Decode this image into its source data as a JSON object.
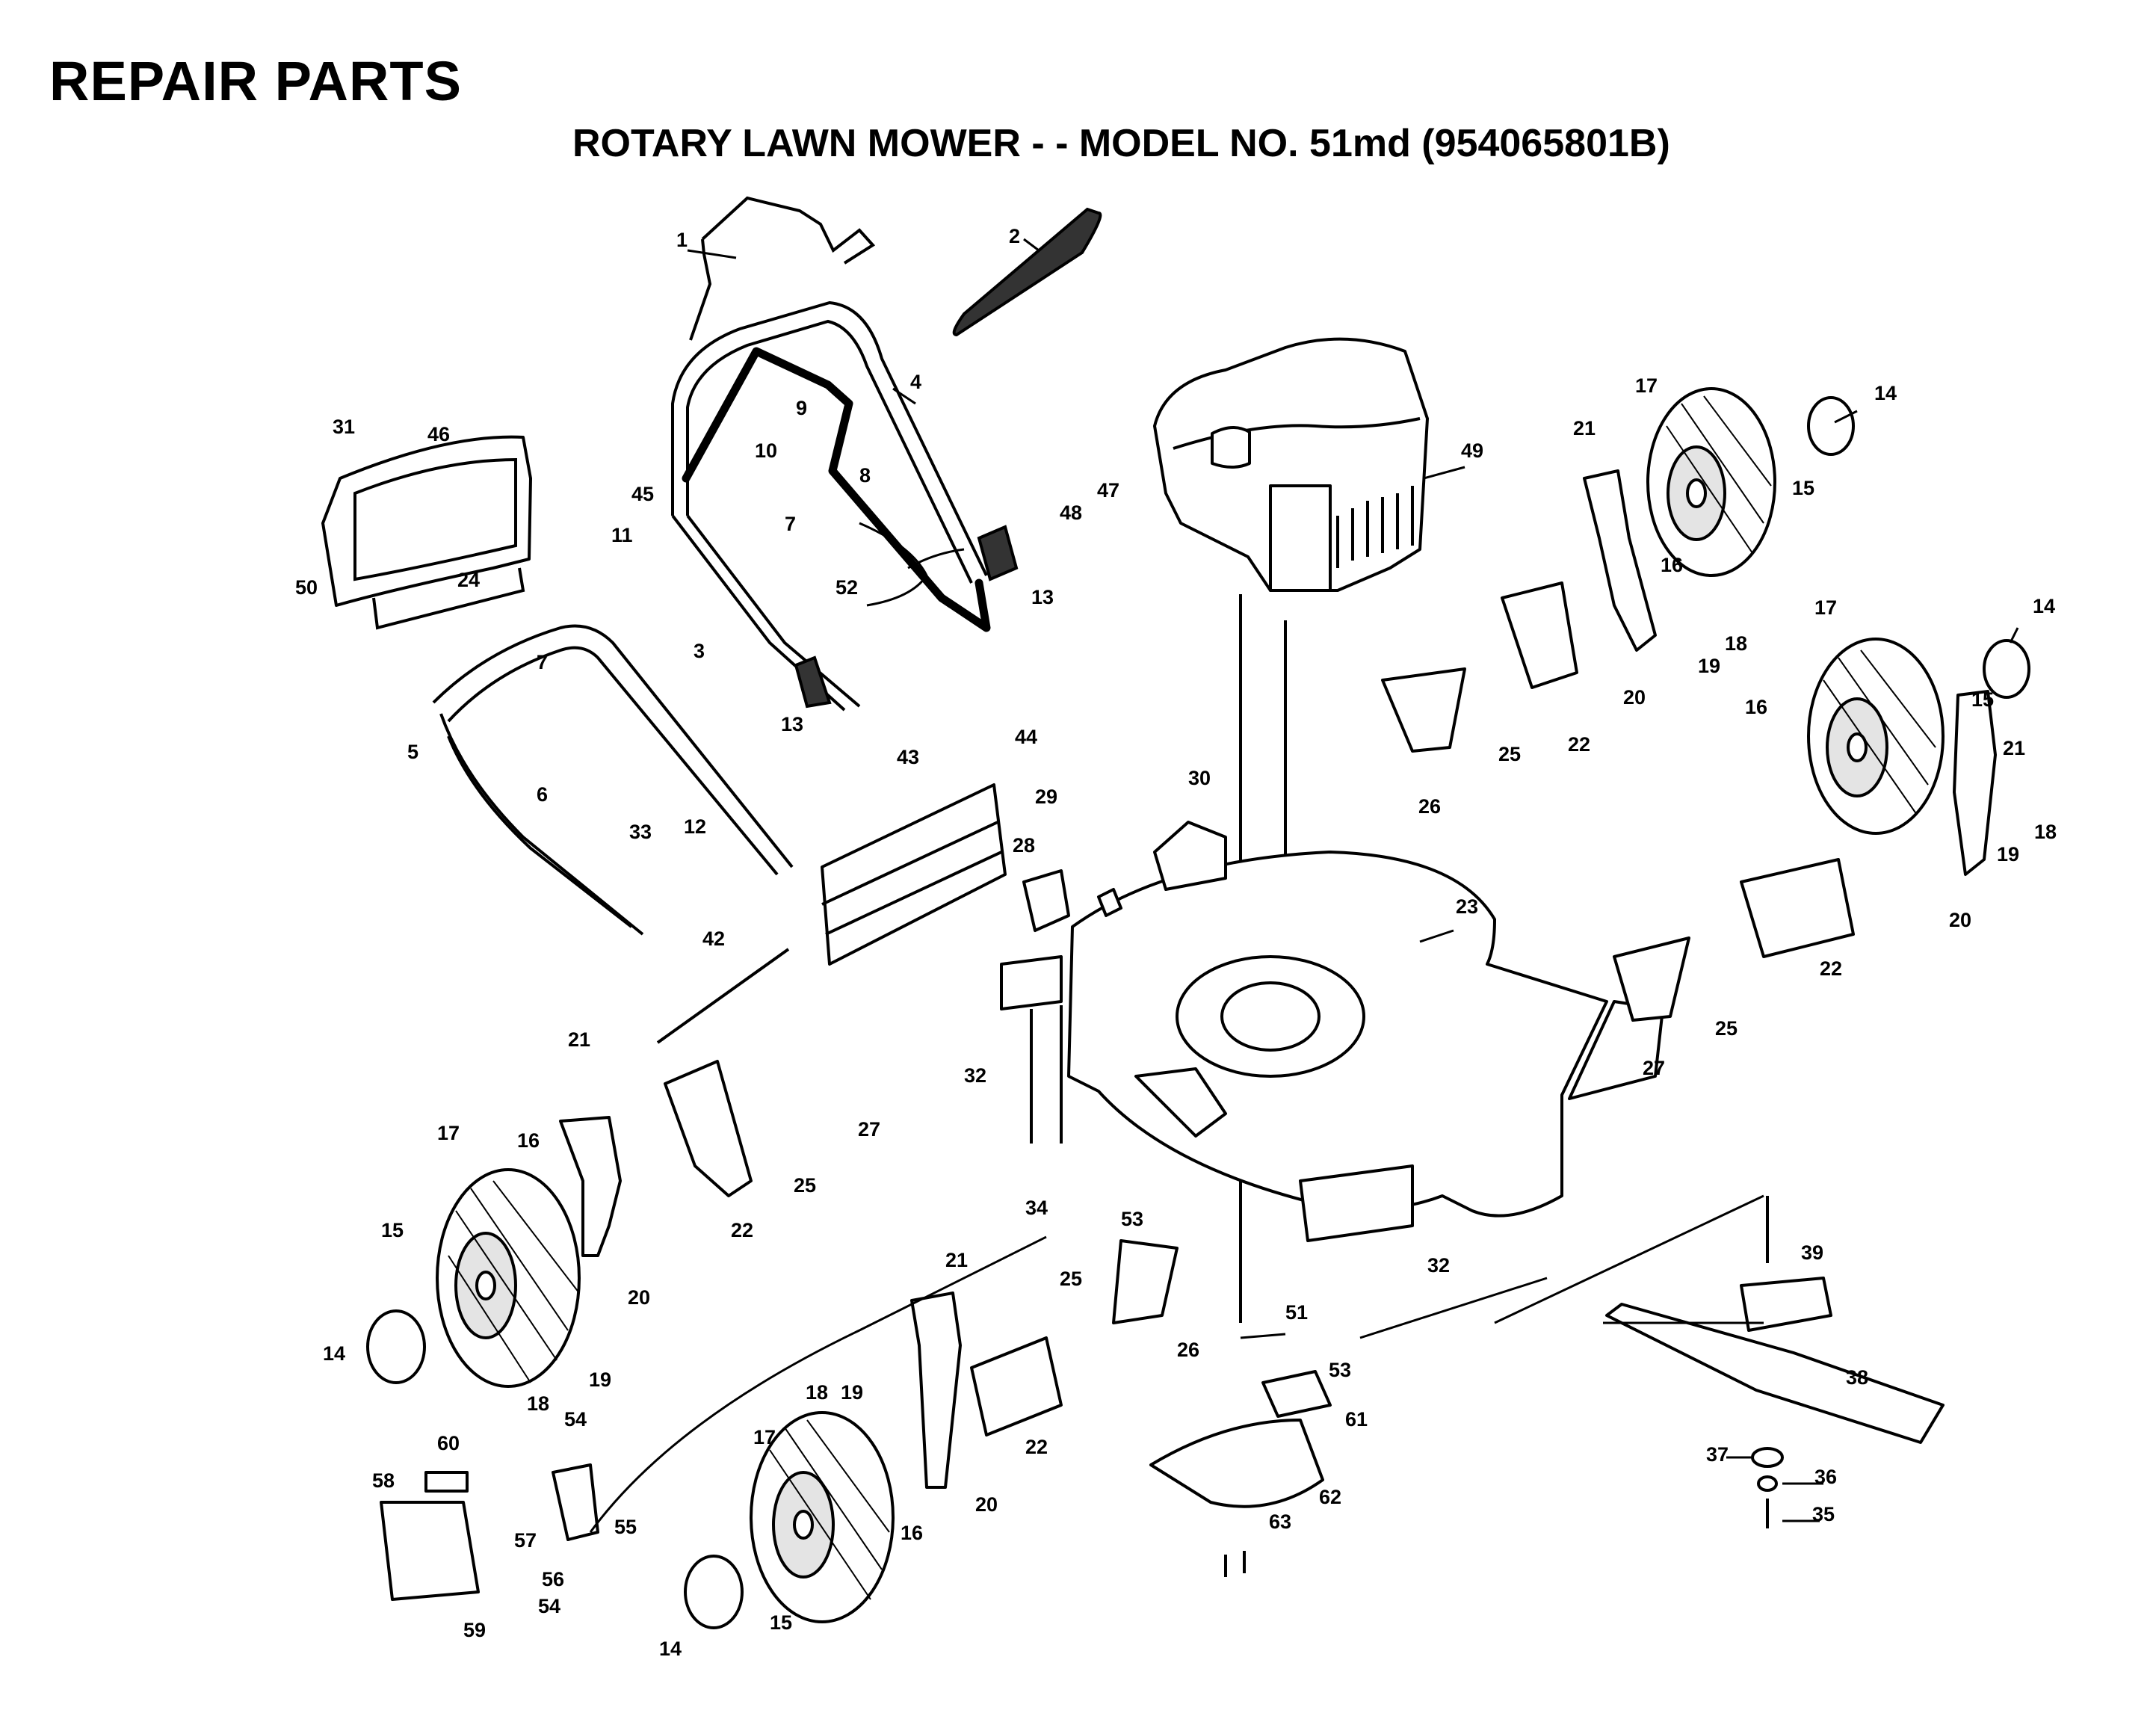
{
  "header": {
    "title": "REPAIR PARTS",
    "subtitle": "ROTARY LAWN MOWER - - MODEL NO. 51md (954065801B)"
  },
  "callouts": [
    {
      "id": "c1",
      "label": "1"
    },
    {
      "id": "c2",
      "label": "2"
    },
    {
      "id": "c3",
      "label": "3"
    },
    {
      "id": "c4",
      "label": "4"
    },
    {
      "id": "c5",
      "label": "5"
    },
    {
      "id": "c6",
      "label": "6"
    },
    {
      "id": "c7a",
      "label": "7"
    },
    {
      "id": "c7b",
      "label": "7"
    },
    {
      "id": "c8",
      "label": "8"
    },
    {
      "id": "c9",
      "label": "9"
    },
    {
      "id": "c10",
      "label": "10"
    },
    {
      "id": "c11",
      "label": "11"
    },
    {
      "id": "c12",
      "label": "12"
    },
    {
      "id": "c13a",
      "label": "13"
    },
    {
      "id": "c13b",
      "label": "13"
    },
    {
      "id": "c14a",
      "label": "14"
    },
    {
      "id": "c14b",
      "label": "14"
    },
    {
      "id": "c14c",
      "label": "14"
    },
    {
      "id": "c14d",
      "label": "14"
    },
    {
      "id": "c15a",
      "label": "15"
    },
    {
      "id": "c15b",
      "label": "15"
    },
    {
      "id": "c15c",
      "label": "15"
    },
    {
      "id": "c15d",
      "label": "15"
    },
    {
      "id": "c16a",
      "label": "16"
    },
    {
      "id": "c16b",
      "label": "16"
    },
    {
      "id": "c16c",
      "label": "16"
    },
    {
      "id": "c16d",
      "label": "16"
    },
    {
      "id": "c17a",
      "label": "17"
    },
    {
      "id": "c17b",
      "label": "17"
    },
    {
      "id": "c17c",
      "label": "17"
    },
    {
      "id": "c17d",
      "label": "17"
    },
    {
      "id": "c18a",
      "label": "18"
    },
    {
      "id": "c18b",
      "label": "18"
    },
    {
      "id": "c18c",
      "label": "18"
    },
    {
      "id": "c18d",
      "label": "18"
    },
    {
      "id": "c19a",
      "label": "19"
    },
    {
      "id": "c19b",
      "label": "19"
    },
    {
      "id": "c19c",
      "label": "19"
    },
    {
      "id": "c19d",
      "label": "19"
    },
    {
      "id": "c20a",
      "label": "20"
    },
    {
      "id": "c20b",
      "label": "20"
    },
    {
      "id": "c20c",
      "label": "20"
    },
    {
      "id": "c20d",
      "label": "20"
    },
    {
      "id": "c21a",
      "label": "21"
    },
    {
      "id": "c21b",
      "label": "21"
    },
    {
      "id": "c21c",
      "label": "21"
    },
    {
      "id": "c21d",
      "label": "21"
    },
    {
      "id": "c22a",
      "label": "22"
    },
    {
      "id": "c22b",
      "label": "22"
    },
    {
      "id": "c22c",
      "label": "22"
    },
    {
      "id": "c22d",
      "label": "22"
    },
    {
      "id": "c23",
      "label": "23"
    },
    {
      "id": "c24",
      "label": "24"
    },
    {
      "id": "c25a",
      "label": "25"
    },
    {
      "id": "c25b",
      "label": "25"
    },
    {
      "id": "c25c",
      "label": "25"
    },
    {
      "id": "c25d",
      "label": "25"
    },
    {
      "id": "c26a",
      "label": "26"
    },
    {
      "id": "c26b",
      "label": "26"
    },
    {
      "id": "c27a",
      "label": "27"
    },
    {
      "id": "c27b",
      "label": "27"
    },
    {
      "id": "c28",
      "label": "28"
    },
    {
      "id": "c29",
      "label": "29"
    },
    {
      "id": "c30",
      "label": "30"
    },
    {
      "id": "c31",
      "label": "31"
    },
    {
      "id": "c32a",
      "label": "32"
    },
    {
      "id": "c32b",
      "label": "32"
    },
    {
      "id": "c33",
      "label": "33"
    },
    {
      "id": "c34",
      "label": "34"
    },
    {
      "id": "c35",
      "label": "35"
    },
    {
      "id": "c36",
      "label": "36"
    },
    {
      "id": "c37",
      "label": "37"
    },
    {
      "id": "c38",
      "label": "38"
    },
    {
      "id": "c39",
      "label": "39"
    },
    {
      "id": "c42",
      "label": "42"
    },
    {
      "id": "c43",
      "label": "43"
    },
    {
      "id": "c44",
      "label": "44"
    },
    {
      "id": "c45",
      "label": "45"
    },
    {
      "id": "c46",
      "label": "46"
    },
    {
      "id": "c47",
      "label": "47"
    },
    {
      "id": "c48",
      "label": "48"
    },
    {
      "id": "c49",
      "label": "49"
    },
    {
      "id": "c50",
      "label": "50"
    },
    {
      "id": "c51",
      "label": "51"
    },
    {
      "id": "c52",
      "label": "52"
    },
    {
      "id": "c53a",
      "label": "53"
    },
    {
      "id": "c53b",
      "label": "53"
    },
    {
      "id": "c54a",
      "label": "54"
    },
    {
      "id": "c54b",
      "label": "54"
    },
    {
      "id": "c55",
      "label": "55"
    },
    {
      "id": "c56",
      "label": "56"
    },
    {
      "id": "c57",
      "label": "57"
    },
    {
      "id": "c58",
      "label": "58"
    },
    {
      "id": "c59",
      "label": "59"
    },
    {
      "id": "c60",
      "label": "60"
    },
    {
      "id": "c61",
      "label": "61"
    },
    {
      "id": "c62",
      "label": "62"
    },
    {
      "id": "c63",
      "label": "63"
    }
  ]
}
